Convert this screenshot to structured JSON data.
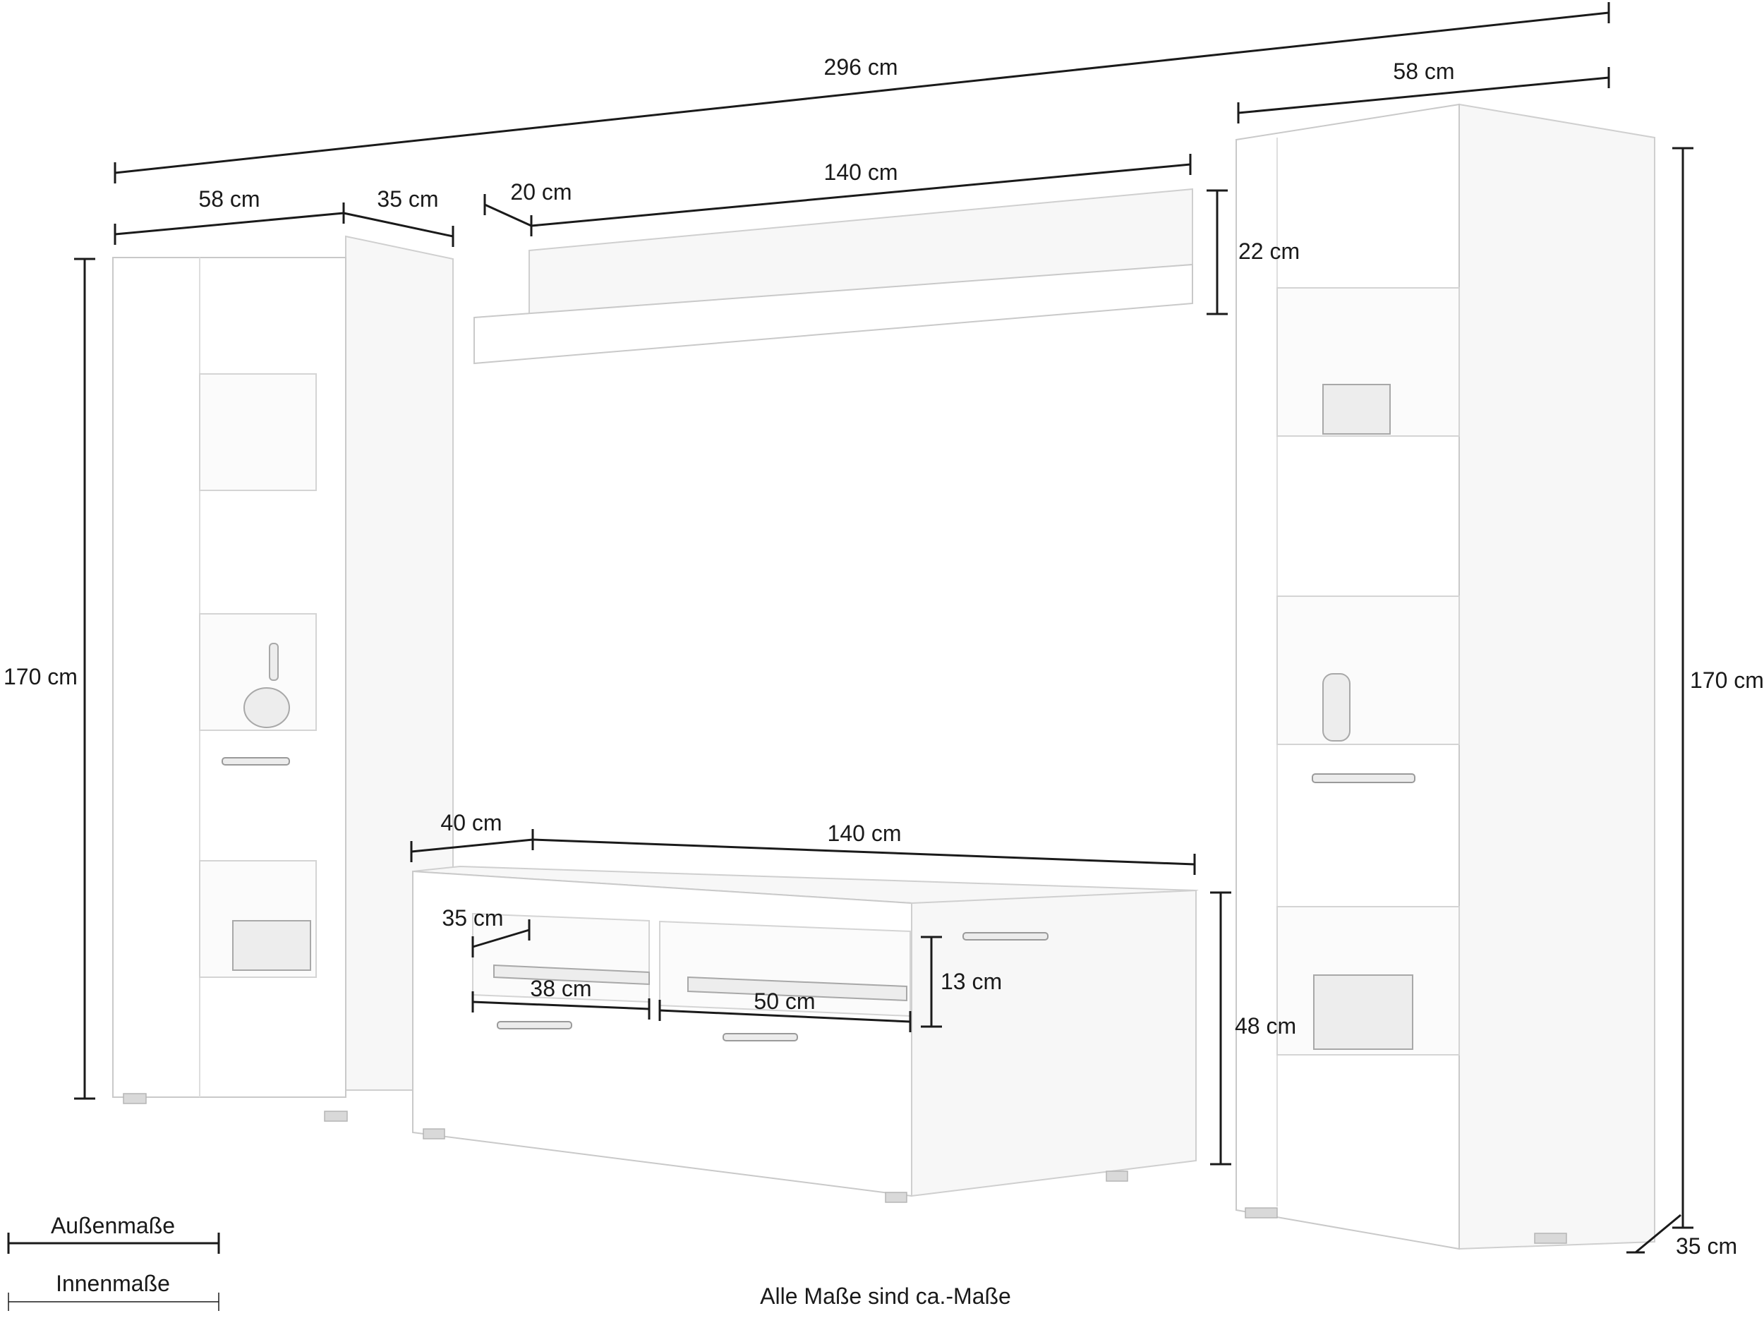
{
  "dimensions": {
    "total_width": "296 cm",
    "right_cabinet_width": "58 cm",
    "left_cabinet_width": "58 cm",
    "left_cabinet_depth": "35 cm",
    "shelf_depth": "20 cm",
    "shelf_width": "140 cm",
    "shelf_height": "22 cm",
    "left_cabinet_height": "170 cm",
    "right_cabinet_height": "170 cm",
    "tv_depth": "40 cm",
    "tv_width": "140 cm",
    "tv_inner_depth": "35 cm",
    "tv_compartment_height": "13 cm",
    "tv_left_compartment_width": "38 cm",
    "tv_right_compartment_width": "50 cm",
    "tv_height": "48 cm",
    "right_cabinet_depth": "35 cm"
  },
  "legend": {
    "outer": "Außenmaße",
    "inner": "Innenmaße"
  },
  "footnote": "Alle Maße sind ca.-Maße"
}
